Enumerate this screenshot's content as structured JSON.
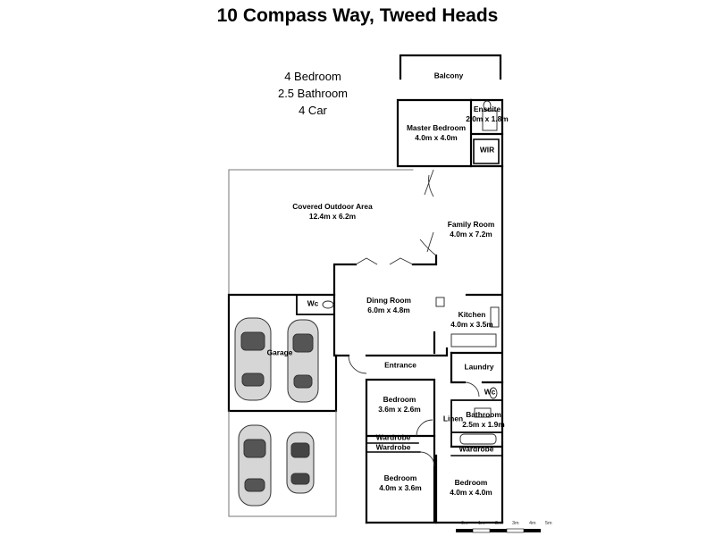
{
  "title": "10 Compass Way, Tweed Heads",
  "summary": {
    "bedrooms": "4 Bedroom",
    "bathrooms": "2.5 Bathroom",
    "cars": "4 Car"
  },
  "rooms": {
    "balcony": {
      "name": "Balcony"
    },
    "ensuite": {
      "name": "Ensuite",
      "size": "2.0m x 1.8m"
    },
    "master_bedroom": {
      "name": "Master Bedroom",
      "size": "4.0m x 4.0m"
    },
    "wir": {
      "name": "WIR"
    },
    "covered_outdoor": {
      "name": "Covered Outdoor Area",
      "size": "12.4m x 6.2m"
    },
    "family_room": {
      "name": "Family Room",
      "size": "4.0m x 7.2m"
    },
    "wc_garage": {
      "name": "Wc"
    },
    "dining_room": {
      "name": "Dinng Room",
      "size": "6.0m x 4.8m"
    },
    "kitchen": {
      "name": "Kitchen",
      "size": "4.0m x 3.5m"
    },
    "garage": {
      "name": "Garage"
    },
    "entrance": {
      "name": "Entrance"
    },
    "laundry": {
      "name": "Laundry"
    },
    "bedroom_2": {
      "name": "Bedroom",
      "size": "3.6m x 2.6m"
    },
    "wc_bath": {
      "name": "Wc"
    },
    "linen": {
      "name": "Linen"
    },
    "bathroom": {
      "name": "Bathroom",
      "size": "2.5m x 1.9m"
    },
    "wardrobe_1": {
      "name": "Wardrobe"
    },
    "wardrobe_2": {
      "name": "Wardrobe"
    },
    "wardrobe_3": {
      "name": "Wardrobe"
    },
    "bedroom_3": {
      "name": "Bedroom",
      "size": "4.0m x 3.6m"
    },
    "bedroom_4": {
      "name": "Bedroom",
      "size": "4.0m x 4.0m"
    }
  },
  "scale_bar": [
    "0m",
    "1m",
    "2m",
    "3m",
    "4m",
    "5m"
  ]
}
